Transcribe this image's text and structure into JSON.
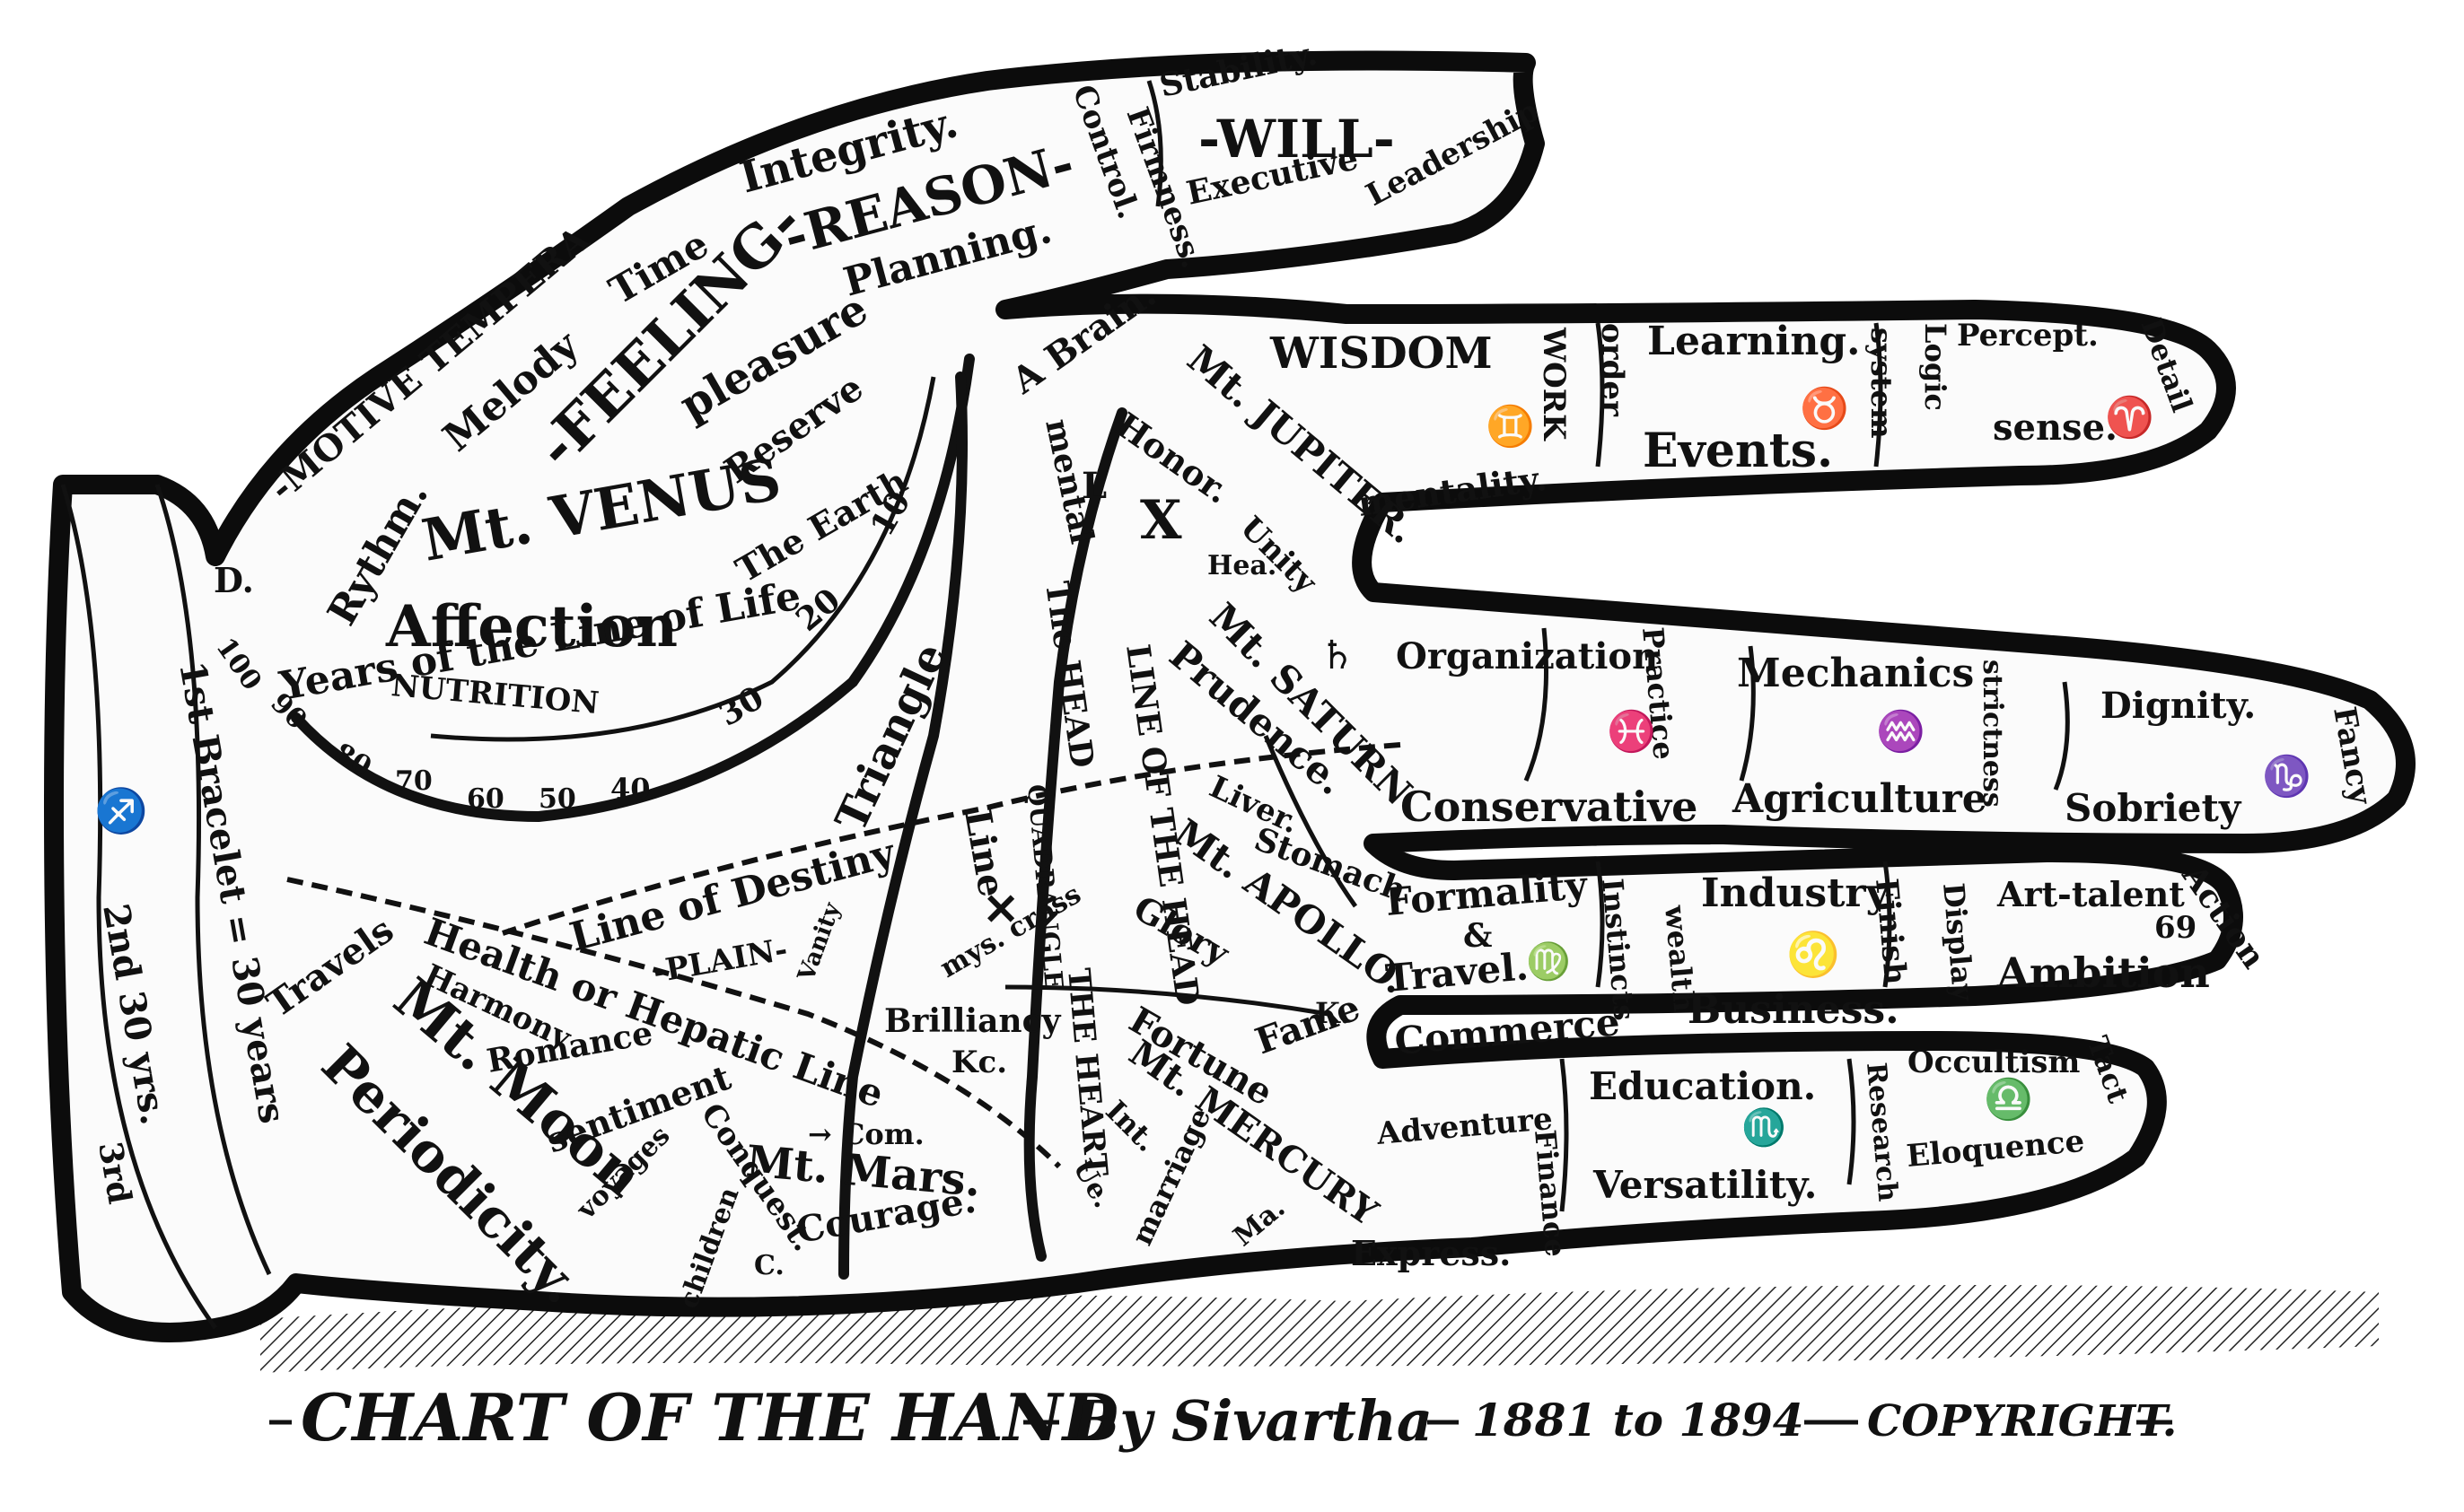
{
  "caption": {
    "title": "CHART OF THE HAND",
    "author": "By Sivartha",
    "years": "1881 to 1894",
    "copyright": "COPYRIGHT."
  },
  "thumb": {
    "stability": "Stability.",
    "will": "-WILL-",
    "leadership": "Leadership",
    "executive": "Executive",
    "firmness": "Firmness.",
    "control": "Control.",
    "integrity": "Integrity.",
    "reason": "-REASON-",
    "planning": "Planning."
  },
  "venus": {
    "motive": "-MOTIVE TEMPERA",
    "time": "Time",
    "feeling": "-FEELING-",
    "melody": "Melody",
    "pleasure": "pleasure",
    "reserve": "Reserve",
    "rythm": "Rythm.",
    "mount": "Mt. VENUS",
    "earth": "The Earth",
    "affection": "Affection",
    "nutrition": "NUTRITION",
    "years_line": "Years of the Line of Life",
    "d": "D.",
    "ticks": [
      "100",
      "90",
      "80",
      "70",
      "60",
      "50",
      "40",
      "30",
      "20",
      "10"
    ]
  },
  "index_finger": {
    "wisdom": "WISDOM",
    "work": "WORK",
    "order": "order",
    "learning": "Learning.",
    "system": "system",
    "logic": "Logic",
    "percept": "Percept.",
    "detail": "Detail",
    "events": "Events.",
    "sense": "sense.",
    "mentality": "mentality.",
    "symbol_a": "♊",
    "symbol_b": "♉",
    "symbol_c": "♈"
  },
  "jupiter": {
    "brain": "A Brain.",
    "mount": "Mt. JUPITER.",
    "honor": "Honor.",
    "unity": "Unity",
    "hea": "Hea.",
    "mental": "mental",
    "l": "L",
    "x": "X"
  },
  "middle_finger": {
    "organization": "Organization",
    "practice": "Practice",
    "mechanics": "Mechanics",
    "strictness": "strictness",
    "dignity": "Dignity.",
    "fancy": "Fancy",
    "conservative": "Conservative",
    "agriculture": "Agriculture",
    "sobriety": "Sobriety",
    "symbol_a": "♓",
    "symbol_b": "♒",
    "symbol_c": "♑",
    "symbol_d": "♄"
  },
  "saturn": {
    "mount": "Mt. SATURN",
    "prudence": "Prudence.",
    "liver": "Liver.",
    "stomach": "Stomach",
    "line_of_the_head": "LINE OF THE HEAD",
    "the_head": "The HEAD"
  },
  "ring_finger": {
    "formality": "Formality",
    "travel": "Travel.",
    "commerce": "Commerce",
    "instincts": "Instincts",
    "wealth": "wealth",
    "industry": "Industry",
    "business": "Business.",
    "finish": "Finish",
    "display": "Display",
    "art_talent": "Art-talent",
    "action": "Action",
    "ambition": "Ambition",
    "num_69": "69",
    "symbol_a": "♍",
    "symbol_b": "♌",
    "symbol_c": "&"
  },
  "apollo": {
    "mount": "Mt. APOLLO.",
    "glory": "Glory",
    "fame": "Fame",
    "fortune": "Fortune",
    "k": "K.",
    "brilliancy": "Brilliancy",
    "kc": "Kc."
  },
  "little_finger": {
    "adventure": "Adventure",
    "express": "Express.",
    "finance": "Finance",
    "education": "Education.",
    "versatility": "Versatility.",
    "research": "Research",
    "occultism": "Occultism",
    "eloquence": "Eloquence",
    "tact": "Tact",
    "symbol_a": "♏",
    "symbol_b": "♎"
  },
  "mercury": {
    "mount": "Mt. MERCURY",
    "int": "Int.",
    "ue": "Ue.",
    "marriage": "marriage",
    "ma": "Ma."
  },
  "palm": {
    "triangle": "Triangle",
    "line_of_destiny": "Line of Destiny",
    "plain": "-PLAIN-",
    "vanity": "Vanity",
    "line": "Line",
    "quadrangle": "QUADRANGLE",
    "mys_cross": "mys. cross",
    "health_line": "Health or Hepatic Line",
    "com": "→ Com.",
    "the_heart": "THE HEART",
    "mars": "Mt. Mars.",
    "courage": "Courage.",
    "conquest": "Conquest.",
    "children": "children",
    "c": "C."
  },
  "moon": {
    "travels": "Travels",
    "harmony": "Harmony",
    "mount": "Mt. Moon",
    "romance": "Romance",
    "periodicity": "Periodicity.",
    "sentiment": "sentiment",
    "voyages": "voyages"
  },
  "wrist": {
    "bracelet1": "1st Bracelet = 30 years",
    "bracelet2": "2nd 30 yrs.",
    "bracelet3": "3rd",
    "symbol": "♐"
  }
}
